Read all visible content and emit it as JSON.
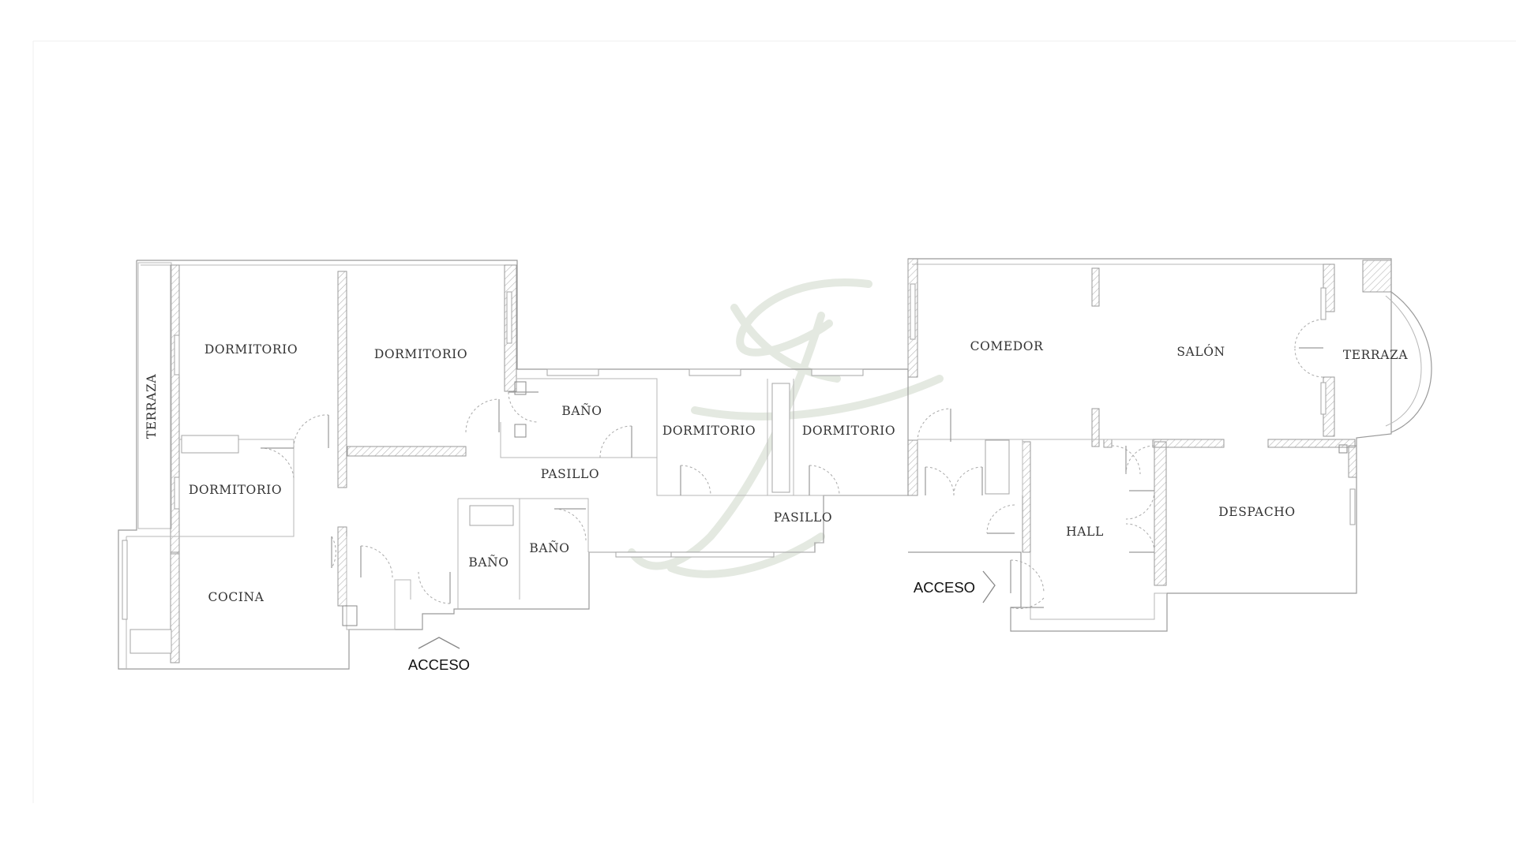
{
  "plan": {
    "rooms": {
      "terraza_left": "TERRAZA",
      "dormitorio_1": "DORMITORIO",
      "dormitorio_2": "DORMITORIO",
      "dormitorio_3": "DORMITORIO",
      "dormitorio_4": "DORMITORIO",
      "dormitorio_5": "DORMITORIO",
      "cocina": "COCINA",
      "bano_1": "BAÑO",
      "bano_2": "BAÑO",
      "bano_3": "BAÑO",
      "pasillo_1": "PASILLO",
      "pasillo_2": "PASILLO",
      "comedor": "COMEDOR",
      "salon": "SALÓN",
      "terraza_right": "TERRAZA",
      "hall": "HALL",
      "despacho": "DESPACHO"
    },
    "access": {
      "left": "ACCESO",
      "right": "ACCESO"
    },
    "colors": {
      "wall": "#9a9a9a",
      "label": "#333333",
      "access_label": "#111111",
      "watermark": "#e4e9e1"
    }
  }
}
